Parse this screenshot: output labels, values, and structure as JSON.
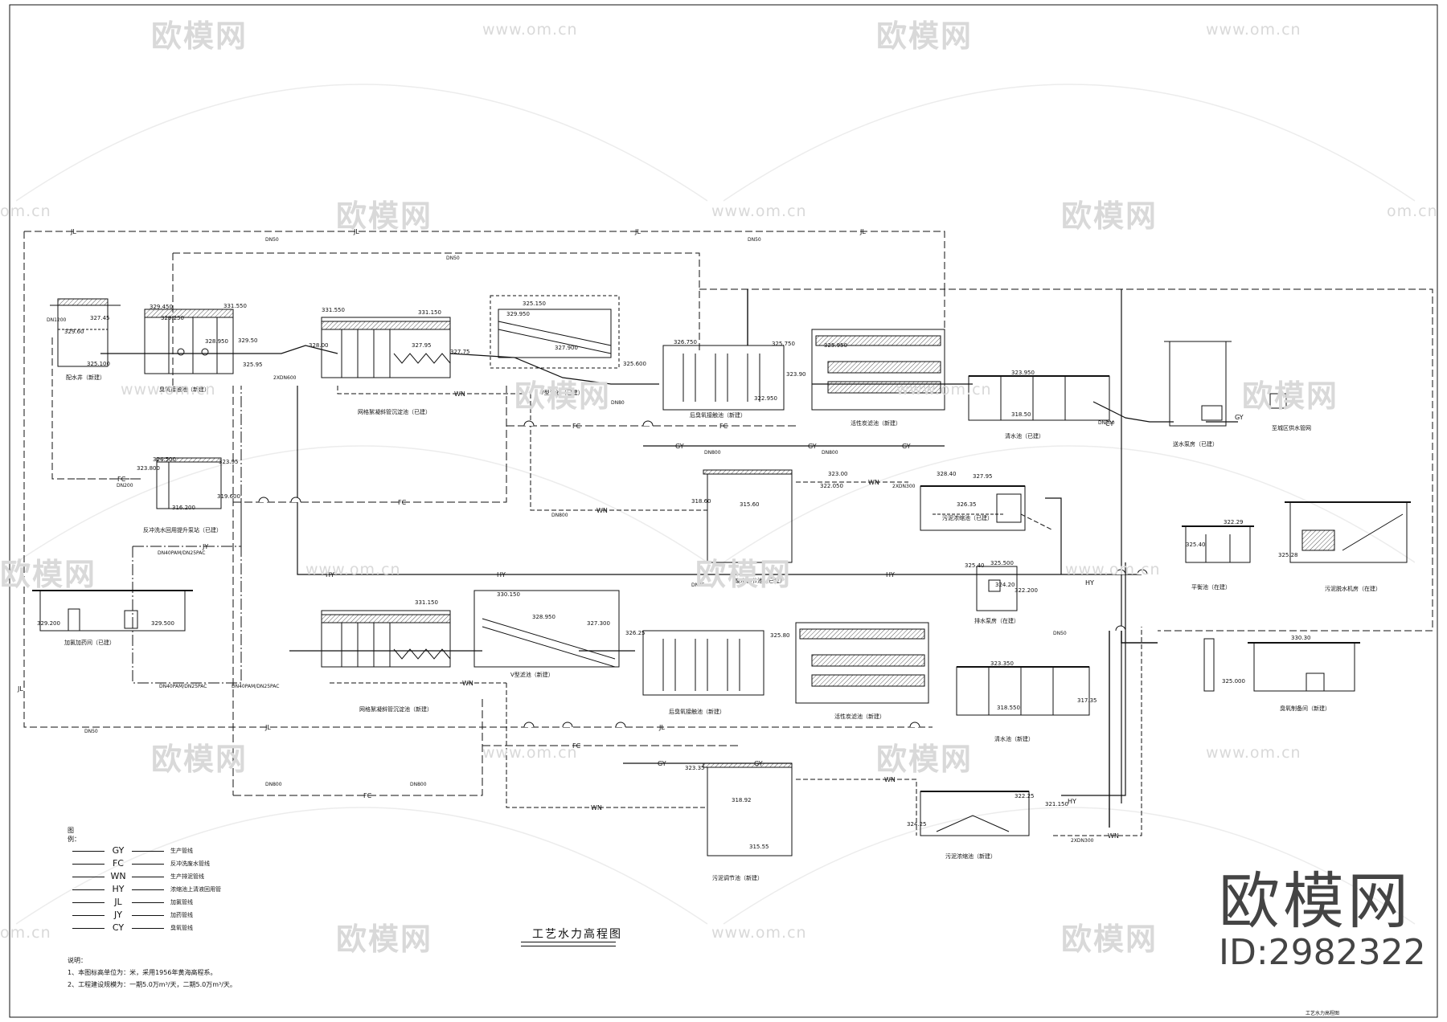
{
  "watermarks": {
    "brand": "欧模网",
    "url": "www.om.cn",
    "url_partial": "om.cn"
  },
  "brand_mark": {
    "name": "欧模网",
    "id_text": "ID:2982322"
  },
  "drawing_title": "工艺水力高程图",
  "legend": {
    "heading": "图例：",
    "items": [
      {
        "code": "GY",
        "desc": "生产管线"
      },
      {
        "code": "FC",
        "desc": "反冲洗废水管线"
      },
      {
        "code": "WN",
        "desc": "生产排泥管线"
      },
      {
        "code": "HY",
        "desc": "浓缩池上清液回用管"
      },
      {
        "code": "JL",
        "desc": "加氯管线"
      },
      {
        "code": "JY",
        "desc": "加药管线"
      },
      {
        "code": "CY",
        "desc": "臭氧管线"
      }
    ]
  },
  "notes": {
    "heading": "说明：",
    "lines": [
      "1、本图标高单位为：米，采用1956年黄海高程系。",
      "2、工程建设规模为：一期5.0万m³/天，二期5.0万m³/天。"
    ]
  },
  "sheet_label": "工艺水力高程图",
  "line_codes": [
    "JL",
    "JY",
    "GY",
    "FC",
    "WN",
    "HY",
    "CY"
  ],
  "pipe_sizes": [
    "DN50",
    "DN800",
    "DN80",
    "DN200",
    "DN25",
    "DN40PAM/DN25PAC",
    "2XDN600",
    "2XDN300",
    "DN1200",
    "DN300"
  ],
  "structures": [
    {
      "id": "s1",
      "label": "配水井（新建）"
    },
    {
      "id": "s2",
      "label": "臭氧接触池（新建）"
    },
    {
      "id": "s3",
      "label": "网格絮凝斜管沉淀池（已建）"
    },
    {
      "id": "s4",
      "label": "反冲洗水回用提升泵站（已建）"
    },
    {
      "id": "s5",
      "label": "V型滤池（已建）"
    },
    {
      "id": "s6",
      "label": "后臭氧接触池（新建）"
    },
    {
      "id": "s7",
      "label": "活性炭滤池（新建）"
    },
    {
      "id": "s8",
      "label": "清水池（已建）"
    },
    {
      "id": "s9",
      "label": "送水泵房（已建）"
    },
    {
      "id": "s10",
      "label": "加氯加药间（已建）"
    },
    {
      "id": "s11",
      "label": "废水调节池（已建）"
    },
    {
      "id": "s12",
      "label": "污泥浓缩池（已建）"
    },
    {
      "id": "s13",
      "label": "排水泵房（在建）"
    },
    {
      "id": "s14",
      "label": "平衡池（在建）"
    },
    {
      "id": "s15",
      "label": "污泥脱水机房（在建）"
    },
    {
      "id": "s16",
      "label": "网格絮凝斜管沉淀池（新建）"
    },
    {
      "id": "s17",
      "label": "V型滤池（新建）"
    },
    {
      "id": "s18",
      "label": "后臭氧接触池（新建）"
    },
    {
      "id": "s19",
      "label": "活性炭滤池（新建）"
    },
    {
      "id": "s20",
      "label": "清水池（新建）"
    },
    {
      "id": "s21",
      "label": "臭氧制备间（新建）"
    },
    {
      "id": "s22",
      "label": "污泥调节池（新建）"
    },
    {
      "id": "s23",
      "label": "污泥浓缩池（新建）"
    },
    {
      "id": "s24",
      "label": "至城区供水管网"
    }
  ],
  "elevations": [
    {
      "id": "e1",
      "value": "329.60"
    },
    {
      "id": "e2",
      "value": "327.45"
    },
    {
      "id": "e3",
      "value": "325.100"
    },
    {
      "id": "e4",
      "value": "329.450"
    },
    {
      "id": "e5",
      "value": "329.250"
    },
    {
      "id": "e6",
      "value": "331.550"
    },
    {
      "id": "e7",
      "value": "328.950"
    },
    {
      "id": "e8",
      "value": "329.50"
    },
    {
      "id": "e9",
      "value": "325.95"
    },
    {
      "id": "e10",
      "value": "331.550"
    },
    {
      "id": "e11",
      "value": "331.150"
    },
    {
      "id": "e12",
      "value": "327.95"
    },
    {
      "id": "e13",
      "value": "328.00"
    },
    {
      "id": "e14",
      "value": "327.75"
    },
    {
      "id": "e15",
      "value": "325.150"
    },
    {
      "id": "e16",
      "value": "329.950"
    },
    {
      "id": "e17",
      "value": "327.900"
    },
    {
      "id": "e18",
      "value": "326.750"
    },
    {
      "id": "e19",
      "value": "325.600"
    },
    {
      "id": "e20",
      "value": "325.750"
    },
    {
      "id": "e21",
      "value": "325.950"
    },
    {
      "id": "e22",
      "value": "323.90"
    },
    {
      "id": "e23",
      "value": "322.950"
    },
    {
      "id": "e24",
      "value": "323.950"
    },
    {
      "id": "e25",
      "value": "318.50"
    },
    {
      "id": "e26",
      "value": "324.500"
    },
    {
      "id": "e27",
      "value": "323.800"
    },
    {
      "id": "e28",
      "value": "316.200"
    },
    {
      "id": "e29",
      "value": "319.600"
    },
    {
      "id": "e30",
      "value": "323.95"
    },
    {
      "id": "e31",
      "value": "323.00"
    },
    {
      "id": "e32",
      "value": "322.050"
    },
    {
      "id": "e33",
      "value": "318.60"
    },
    {
      "id": "e34",
      "value": "315.60"
    },
    {
      "id": "e35",
      "value": "328.40"
    },
    {
      "id": "e36",
      "value": "327.95"
    },
    {
      "id": "e37",
      "value": "326.35"
    },
    {
      "id": "e38",
      "value": "325.40"
    },
    {
      "id": "e39",
      "value": "325.500"
    },
    {
      "id": "e40",
      "value": "324.20"
    },
    {
      "id": "e41",
      "value": "322.200"
    },
    {
      "id": "e42",
      "value": "322.29"
    },
    {
      "id": "e43",
      "value": "325.40"
    },
    {
      "id": "e44",
      "value": "325.28"
    },
    {
      "id": "e45",
      "value": "329.200"
    },
    {
      "id": "e46",
      "value": "329.500"
    },
    {
      "id": "e47",
      "value": "331.150"
    },
    {
      "id": "e48",
      "value": "330.150"
    },
    {
      "id": "e49",
      "value": "328.950"
    },
    {
      "id": "e50",
      "value": "327.300"
    },
    {
      "id": "e51",
      "value": "326.25"
    },
    {
      "id": "e52",
      "value": "325.80"
    },
    {
      "id": "e53",
      "value": "323.350"
    },
    {
      "id": "e54",
      "value": "318.550"
    },
    {
      "id": "e55",
      "value": "317.35"
    },
    {
      "id": "e56",
      "value": "330.30"
    },
    {
      "id": "e57",
      "value": "325.000"
    },
    {
      "id": "e58",
      "value": "323.35"
    },
    {
      "id": "e59",
      "value": "318.92"
    },
    {
      "id": "e60",
      "value": "315.55"
    },
    {
      "id": "e61",
      "value": "322.25"
    },
    {
      "id": "e62",
      "value": "324.25"
    },
    {
      "id": "e63",
      "value": "321.150"
    }
  ]
}
